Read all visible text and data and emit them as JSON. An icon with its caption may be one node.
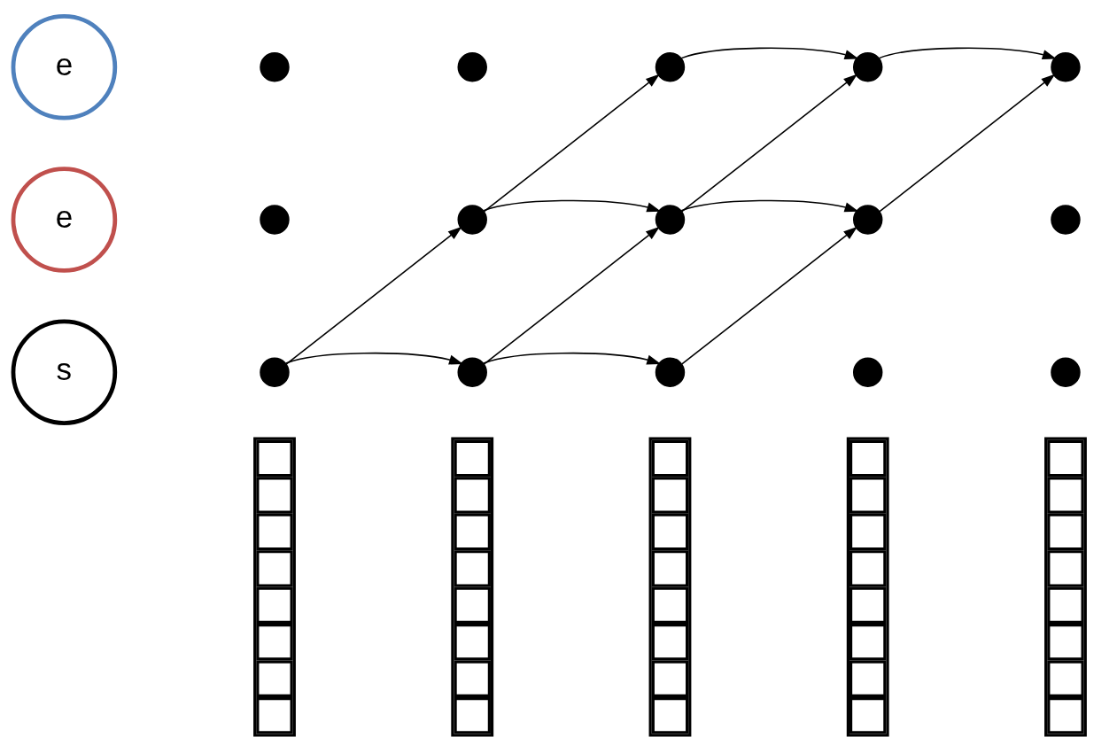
{
  "diagram": {
    "nodes": [
      {
        "text": [
          "e"
        ]
      },
      {
        "text": [
          "e"
        ]
      },
      {
        "text": [
          "s"
        ]
      },
      {
        "text": [],
        "shape": "circle"
      },
      {
        "text": [],
        "shape": "circle"
      },
      {
        "text": [],
        "shape": "circle"
      },
      {
        "text": [],
        "shape": "circle"
      },
      {
        "text": [],
        "shape": "circle"
      },
      {
        "text": [],
        "shape": "circle"
      },
      {
        "text": [],
        "shape": "circle"
      },
      {
        "text": [],
        "shape": "circle"
      },
      {
        "text": [],
        "shape": "circle"
      },
      {
        "text": [],
        "shape": "circle"
      },
      {
        "text": [],
        "shape": "circle"
      },
      {
        "text": [],
        "shape": "circle"
      },
      {
        "text": [],
        "shape": "circle"
      },
      {
        "text": [],
        "shape": "circle"
      },
      {
        "text": [],
        "shape": "circle"
      },
      {
        "text": [],
        "shape": "bar"
      },
      {
        "text": [],
        "shape": "bar"
      },
      {
        "text": [],
        "shape": "bar"
      },
      {
        "text": [],
        "shape": "bar"
      },
      {
        "text": [],
        "shape": "bar"
      }
    ],
    "edges": [
      {
        "from": 13,
        "to": 9,
        "arrow": "to"
      },
      {
        "from": 13,
        "to": 14,
        "arrow": "to"
      },
      {
        "from": 9,
        "to": 5,
        "arrow": "to"
      },
      {
        "from": 9,
        "to": 10,
        "arrow": "to"
      },
      {
        "from": 14,
        "to": 10,
        "arrow": "to"
      },
      {
        "from": 14,
        "to": 15,
        "arrow": "to"
      },
      {
        "from": 5,
        "to": 6,
        "arrow": "to"
      },
      {
        "from": 10,
        "to": 6,
        "arrow": "to"
      },
      {
        "from": 10,
        "to": 11,
        "arrow": "to"
      },
      {
        "from": 15,
        "to": 11,
        "arrow": "to"
      },
      {
        "from": 6,
        "to": 7,
        "arrow": "to"
      },
      {
        "from": 11,
        "to": 7,
        "arrow": "to"
      }
    ]
  }
}
